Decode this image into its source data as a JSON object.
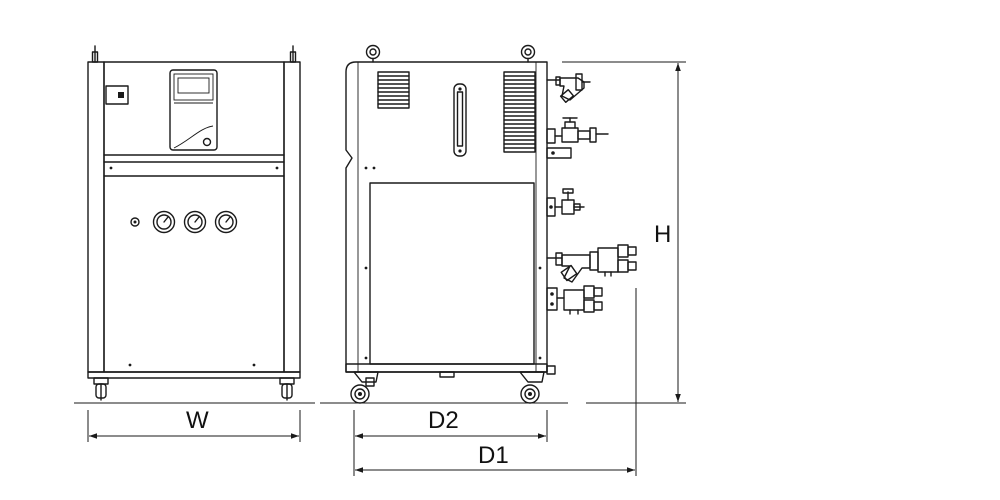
{
  "diagram": {
    "labels": {
      "width": "W",
      "height": "H",
      "depth_body": "D2",
      "depth_total": "D1"
    },
    "views": [
      "front-view",
      "side-view"
    ]
  }
}
